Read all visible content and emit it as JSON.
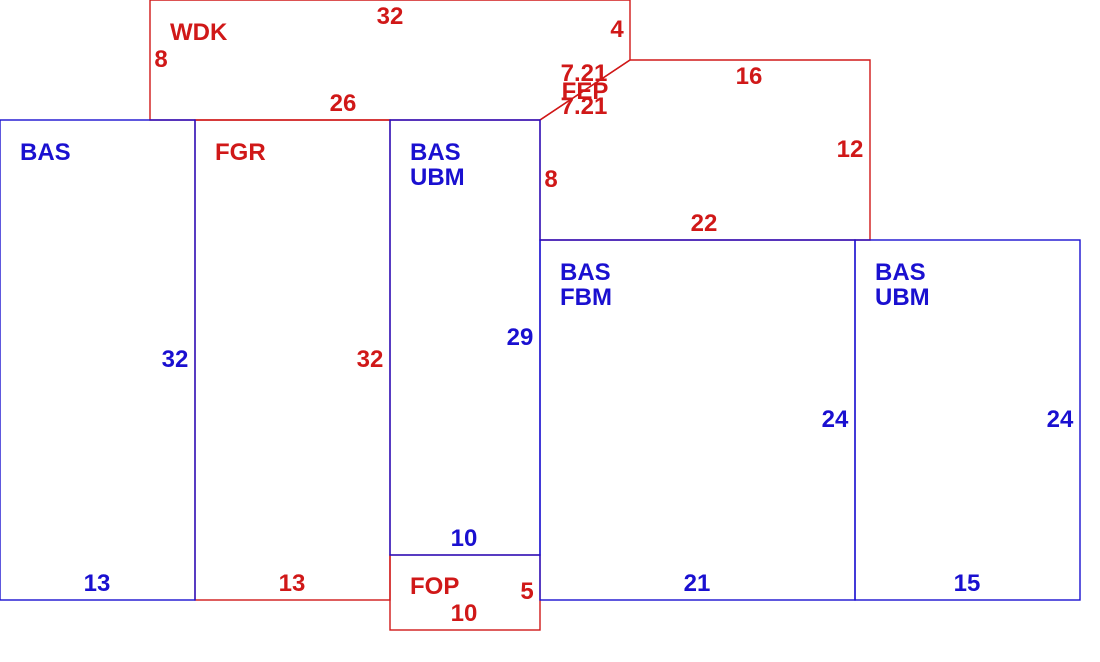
{
  "colors": {
    "blue": "#1a10d0",
    "red": "#d01818",
    "background": "#ffffff"
  },
  "areas": {
    "wdk": {
      "label": "WDK",
      "dims": {
        "top": "32",
        "left": "8",
        "right": "4",
        "bottom": "26"
      }
    },
    "fep": {
      "label": "FEP",
      "dims": {
        "diag1": "7.21",
        "diag2": "7.21",
        "top": "16",
        "right": "12",
        "bottom": "22",
        "left": "8"
      }
    },
    "bas_left": {
      "label": "BAS",
      "dims": {
        "right": "32",
        "bottom": "13"
      }
    },
    "fgr": {
      "label": "FGR",
      "dims": {
        "right": "32",
        "bottom": "13"
      }
    },
    "bas_ubm_mid": {
      "label1": "BAS",
      "label2": "UBM",
      "dims": {
        "right": "29",
        "bottom": "10"
      }
    },
    "fop": {
      "label": "FOP",
      "dims": {
        "right": "5",
        "bottom": "10"
      }
    },
    "bas_fbm": {
      "label1": "BAS",
      "label2": "FBM",
      "dims": {
        "right": "24",
        "bottom": "21"
      }
    },
    "bas_ubm_right": {
      "label1": "BAS",
      "label2": "UBM",
      "dims": {
        "right": "24",
        "bottom": "15"
      }
    }
  }
}
